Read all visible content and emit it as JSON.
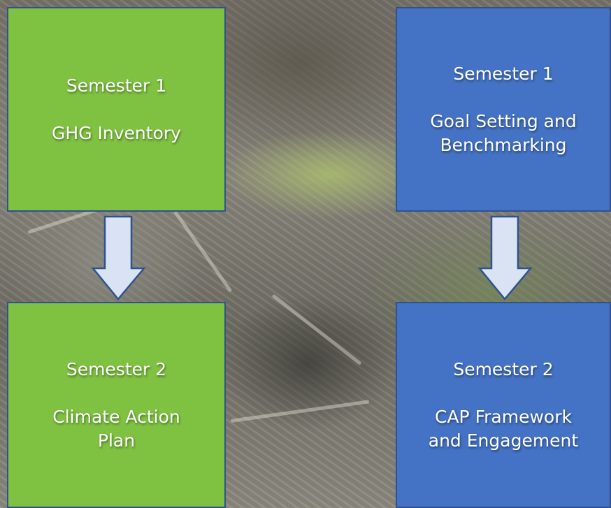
{
  "colors": {
    "green": "#7fc241",
    "blue": "#4472c4",
    "border": "#2f528f",
    "arrow_fill": "#dae3f3"
  },
  "boxes": {
    "left_top": {
      "semester": "Semester 1",
      "title": "GHG Inventory"
    },
    "left_bottom": {
      "semester": "Semester 2",
      "title": "Climate Action\nPlan"
    },
    "right_top": {
      "semester": "Semester 1",
      "title": "Goal Setting and\nBenchmarking"
    },
    "right_bottom": {
      "semester": "Semester 2",
      "title": "CAP Framework\nand Engagement"
    }
  }
}
